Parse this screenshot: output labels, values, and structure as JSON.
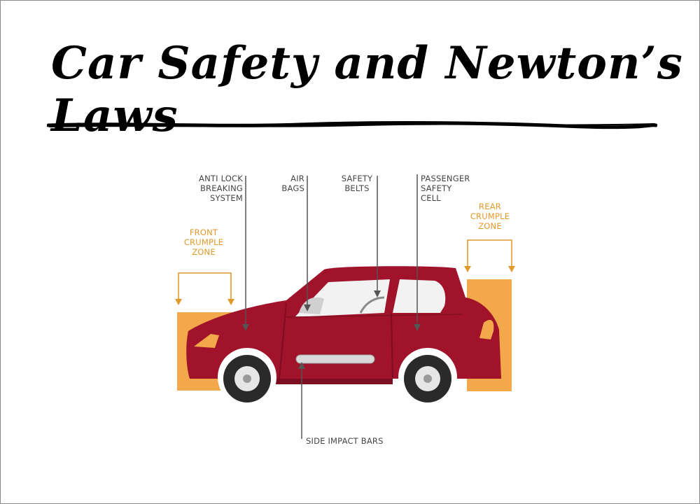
{
  "title": "Car Safety and Newton’s Laws",
  "labels": {
    "abs": "ANTI LOCK\nBREAKING\nSYSTEM",
    "air_bags": "AIR\nBAGS",
    "safety_belts": "SAFETY\nBELTS",
    "passenger_cell": "PASSENGER\nSAFETY\nCELL",
    "front_crumple": "FRONT\nCRUMPLE\nZONE",
    "rear_crumple": "REAR\nCRUMPLE\nZONE",
    "side_impact": "SIDE IMPACT BARS"
  },
  "colors": {
    "car_body": "#a0132b",
    "car_dark": "#7c0d20",
    "crumple_zone": "#f3a84b",
    "crumple_label": "#e1992a",
    "leader_line": "#555555",
    "window": "#f2f2f2",
    "tire": "#2a2a2a"
  }
}
